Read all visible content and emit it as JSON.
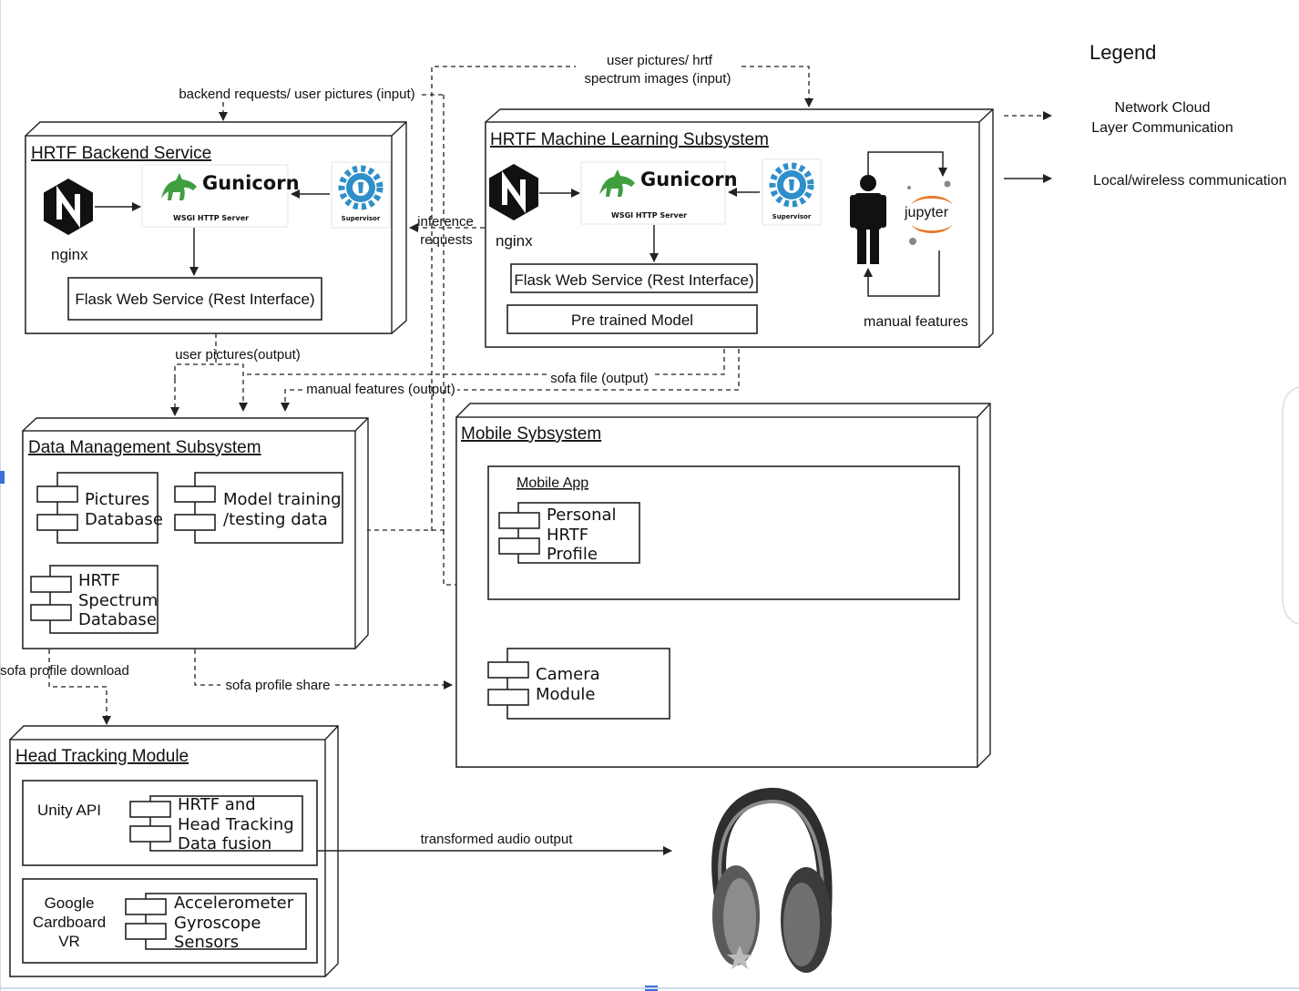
{
  "legend": {
    "title": "Legend",
    "dashed_line1": "Network Cloud",
    "dashed_line2": "Layer Communication",
    "solid_label": "Local/wireless communication"
  },
  "nodes": {
    "backend": {
      "title": "HRTF Backend Service",
      "nginx": "nginx",
      "gunicorn": "Gunicorn",
      "gunicorn_sub": "WSGI HTTP Server",
      "supervisor": "Supervisor",
      "flask": "Flask Web Service (Rest Interface)"
    },
    "ml": {
      "title": "HRTF Machine Learning Subsystem",
      "nginx": "nginx",
      "gunicorn": "Gunicorn",
      "gunicorn_sub": "WSGI HTTP Server",
      "supervisor": "Supervisor",
      "flask": "Flask Web Service (Rest Interface)",
      "model": "Pre trained Model",
      "jupyter": "jupyter",
      "manual": "manual features"
    },
    "data": {
      "title": "Data Management Subsystem",
      "pictures": [
        "Pictures",
        "Database"
      ],
      "training": [
        "Model training",
        "/testing data"
      ],
      "spectrum": [
        "HRTF",
        "Spectrum",
        "Database"
      ]
    },
    "mobile": {
      "title": "Mobile Sybsystem",
      "app": "Mobile App",
      "profile": [
        "Personal",
        "HRTF",
        "Profile"
      ],
      "camera": [
        "Camera",
        "Module"
      ]
    },
    "head": {
      "title": "Head Tracking Module",
      "unity": "Unity API",
      "fusion": [
        "HRTF and",
        "Head Tracking",
        "Data fusion"
      ],
      "cardboard": [
        "Google",
        "Cardboard",
        "VR"
      ],
      "sensors": [
        "Accelerometer",
        "Gyroscope",
        "Sensors"
      ]
    }
  },
  "edges": {
    "backend_requests": "backend requests/ user pictures (input)",
    "user_pictures_hrtf": [
      "user pictures/ hrtf",
      "spectrum images (input)"
    ],
    "inference": [
      "inference",
      "requests"
    ],
    "user_pictures_output": "user pictures(output)",
    "sofa_file": "sofa file (output)",
    "manual_features_output": "manual features (output)",
    "sofa_download": "sofa profile download",
    "sofa_share": "sofa profile share",
    "audio_output": "transformed audio output"
  },
  "icons": [
    "nginx-logo-icon",
    "gunicorn-logo-icon",
    "supervisor-gear-icon",
    "person-icon",
    "jupyter-logo-icon",
    "headphones-icon",
    "component-icon"
  ],
  "colors": {
    "gunicorn_green": "#3f9e3f",
    "supervisor_blue": "#2f8fc9",
    "jupyter_orange": "#e8782a",
    "nginx_black": "#111111"
  }
}
